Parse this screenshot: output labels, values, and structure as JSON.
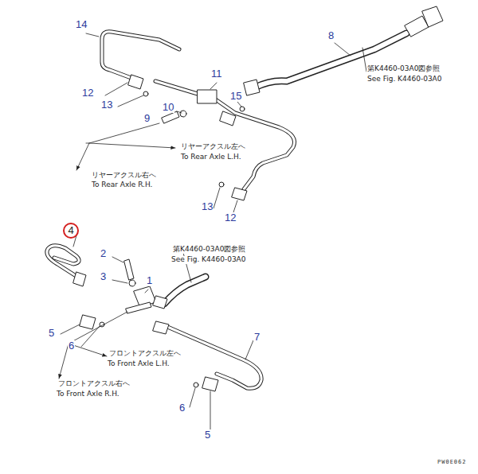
{
  "diagram": {
    "labels": [
      "14",
      "8",
      "第K4460-03A0図参照",
      "See Fig. K4460-03A0",
      "11",
      "12",
      "13",
      "10",
      "15",
      "9",
      "リヤーアクスル左へ",
      "To Rear Axle L.H.",
      "リヤーアクスル右へ",
      "To Rear Axle R.H.",
      "13",
      "12",
      "4",
      "2",
      "3",
      "1",
      "第K4460-03A0図参照",
      "See Fig. K4460-03A0",
      "5",
      "6",
      "7",
      "フロントアクスル左へ",
      "To Front Axle L.H.",
      "フロントアクスル右へ",
      "To Front Axle R.H.",
      "6",
      "5",
      "PW0E062"
    ]
  }
}
